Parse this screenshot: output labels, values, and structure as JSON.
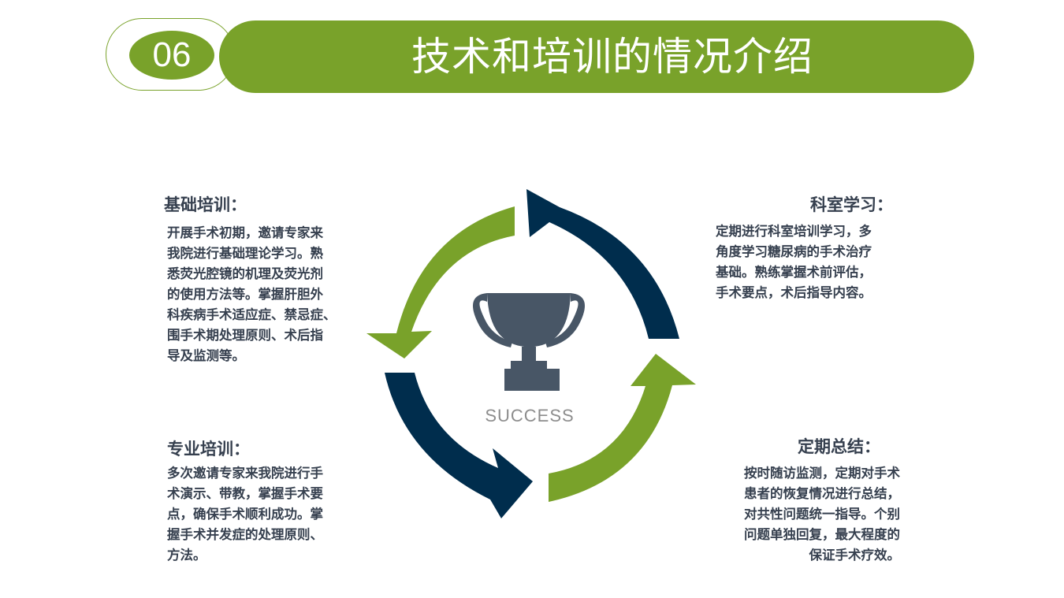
{
  "header": {
    "number": "06",
    "title": "技术和培训的情况介绍"
  },
  "center_label": "SUCCESS",
  "colors": {
    "green": "#79a22a",
    "navy": "#002d4d",
    "trophy": "#485666",
    "text": "#36404f"
  },
  "sections": {
    "basic": {
      "heading": "基础培训：",
      "lines": [
        "开展手术初期，邀请专家来",
        "我院进行基础理论学习。熟",
        "悉荧光腔镜的机理及荧光剂",
        "的使用方法等。掌握肝胆外",
        "科疾病手术适应症、禁忌症、",
        "围手术期处理原则、术后指",
        "导及监测等。"
      ]
    },
    "dept": {
      "heading": "科室学习：",
      "lines": [
        "定期进行科室培训学习，多",
        "角度学习糖尿病的手术治疗",
        "基础。熟练掌握术前评估，",
        "手术要点，术后指导内容。"
      ]
    },
    "special": {
      "heading": "专业培训：",
      "lines": [
        "多次邀请专家来我院进行手",
        "术演示、带教，掌握手术要",
        "点，确保手术顺利成功。掌",
        "握手术并发症的处理原则、",
        "方法。"
      ]
    },
    "summary": {
      "heading": "定期总结：",
      "lines": [
        "按时随访监测，定期对手术",
        "患者的恢复情况进行总结，",
        "对共性问题统一指导。个别",
        "问题单独回复，最大程度的",
        "保证手术疗效。"
      ]
    }
  }
}
